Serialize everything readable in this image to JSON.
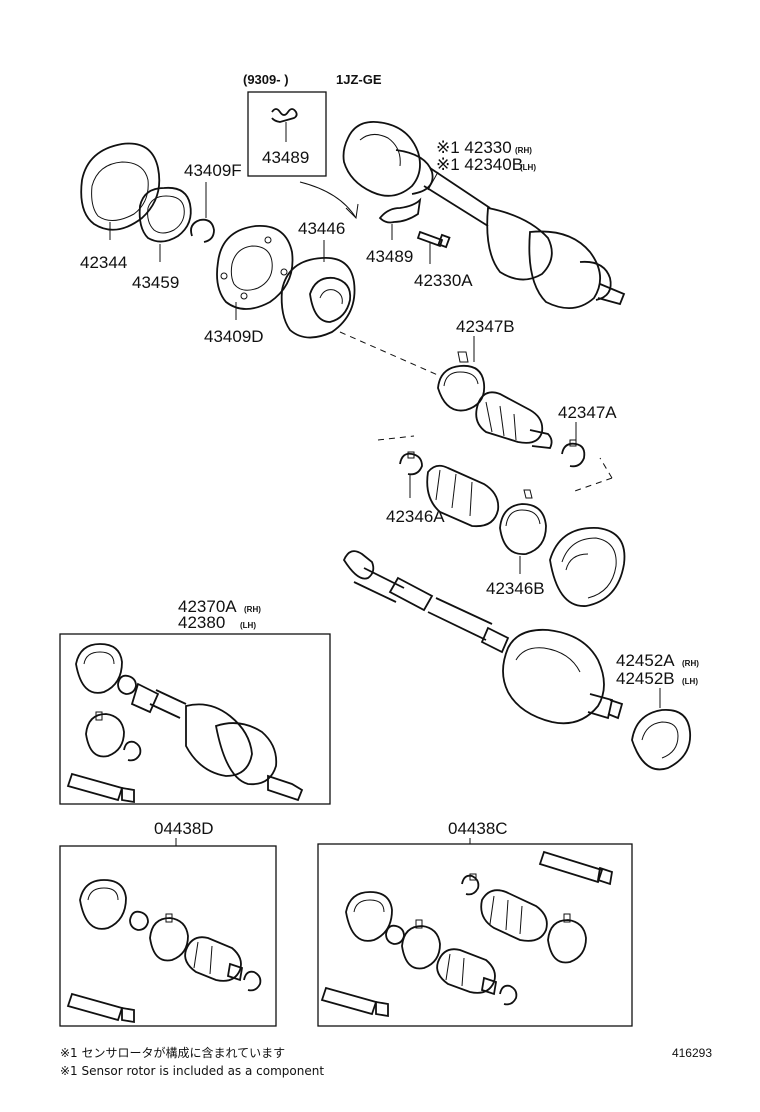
{
  "header": {
    "date_range": "(9309-        )",
    "engine": "1JZ-GE"
  },
  "labels": {
    "p42330": "※1 42330",
    "p42340B": "※1 42340B",
    "p43409F": "43409F",
    "p43489_top": "43489",
    "p43446": "43446",
    "p42344": "42344",
    "p43459": "43459",
    "p43489": "43489",
    "p42330A": "42330A",
    "p43409D": "43409D",
    "p42347B": "42347B",
    "p42347A": "42347A",
    "p42346A": "42346A",
    "p42346B": "42346B",
    "p42370A": "42370A",
    "p42380": "42380",
    "p42452A": "42452A",
    "p42452B": "42452B",
    "p04438D": "04438D",
    "p04438C": "04438C"
  },
  "suffix": {
    "rh": "(RH)",
    "lh": "(LH)"
  },
  "notes": {
    "jp": "※1 センサロータが構成に含まれています",
    "en": "※1 Sensor rotor is included as a component"
  },
  "figure_number": "416293"
}
